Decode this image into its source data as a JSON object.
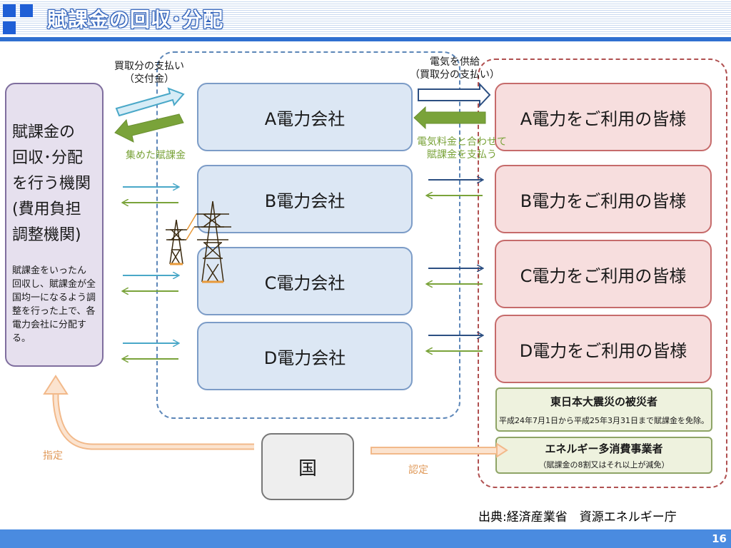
{
  "slide": {
    "title": "賦課金の回収･分配",
    "page_number": "16",
    "source": "出典:経済産業省　資源エネルギー庁"
  },
  "agency": {
    "title": "賦課金の\n回収･分配\nを行う機関\n(費用負担\n調整機関)",
    "description": "賦課金をいったん\n回収し、賦課金が全\n国均一になるよう調\n整を行った上で、各\n電力会社に分配す\nる。"
  },
  "companies": [
    "A電力会社",
    "B電力会社",
    "C電力会社",
    "D電力会社"
  ],
  "customers": [
    "A電力をご利用の皆様",
    "B電力をご利用の皆様",
    "C電力をご利用の皆様",
    "D電力をご利用の皆様"
  ],
  "disaster_victims": {
    "title": "東日本大震災の被災者",
    "note": "平成24年7月1日から平成25年3月31日まで賦課金を免除。"
  },
  "energy_users": {
    "title": "エネルギー多消費事業者",
    "note": "（賦課金の8割又はそれ以上が減免）"
  },
  "country": "国",
  "labels": {
    "purchase_payment": "買取分の支払い\n（交付金）",
    "collected_levy": "集めた賦課金",
    "supply_power": "電気を供給\n（買取分の支払い）",
    "pay_with_bill": "電気料金と合わせて\n賦課金を支払う",
    "designate": "指定",
    "certify": "認定"
  },
  "colors": {
    "accent_blue": "#2f6fd0",
    "arrow_blue": "#2c4f82",
    "arrow_cyan": "#4aa8c8",
    "arrow_green": "#7aa33a",
    "arrow_orange": "#f2b98a"
  },
  "icons": [
    "power-tower-icon"
  ]
}
